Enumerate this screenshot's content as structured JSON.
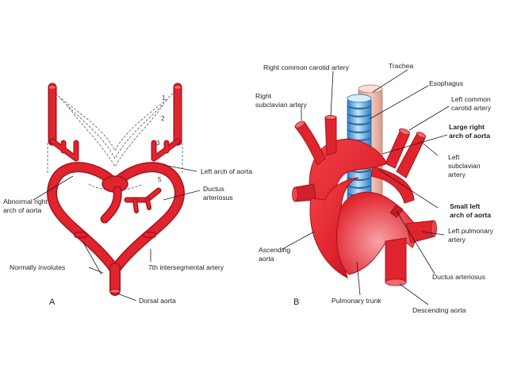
{
  "colors": {
    "artery": "#e0242e",
    "artery_dark": "#a8121b",
    "artery_light": "#f26a72",
    "trachea_blue": "#3c8fd0",
    "trachea_light": "#bfe2f7",
    "esophagus": "#e9b7a8"
  },
  "panel_a": {
    "letter": "A",
    "numbers": [
      "1",
      "2",
      "3",
      "5"
    ],
    "labels": {
      "left_arch": "Left arch of aorta",
      "abnormal_right_line1": "Abnormal right",
      "abnormal_right_line2": "arch of aorta",
      "ductus_line1": "Ductus",
      "ductus_line2": "arteriosus",
      "normally_involutes": "Normally involutes",
      "intersegmental": "7th intersegmental artery",
      "dorsal_aorta": "Dorsal aorta"
    }
  },
  "panel_b": {
    "letter": "B",
    "labels": {
      "right_common_carotid": "Right common carotid artery",
      "trachea": "Trachea",
      "right_subclavian_line1": "Right",
      "right_subclavian_line2": "subclavian artery",
      "esophagus": "Esophagus",
      "left_common_carotid_line1": "Left common",
      "left_common_carotid_line2": "carotid artery",
      "large_right_arch_line1": "Large right",
      "large_right_arch_line2": "arch of aorta",
      "left_subclavian_line1": "Left",
      "left_subclavian_line2": "subclavian",
      "left_subclavian_line3": "artery",
      "small_left_arch_line1": "Small left",
      "small_left_arch_line2": "arch of aorta",
      "ascending_aorta_line1": "Ascending",
      "ascending_aorta_line2": "aorta",
      "left_pulmonary_line1": "Left pulmonary",
      "left_pulmonary_line2": "artery",
      "ductus_arteriosus": "Ductus arteriosus",
      "pulmonary_trunk": "Pulmonary trunk",
      "descending_aorta": "Descending aorta"
    }
  }
}
